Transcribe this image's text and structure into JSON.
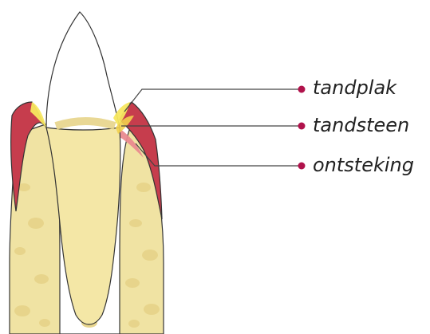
{
  "labels": [
    {
      "id": "tandplak",
      "text": "tandplak"
    },
    {
      "id": "tandsteen",
      "text": "tandsteen"
    },
    {
      "id": "ontsteking",
      "text": "ontsteking"
    }
  ],
  "colors": {
    "enamel": "#ffffff",
    "dentin": "#f4e7a6",
    "bone": "#f0e3a2",
    "bone_pores": "#e7d48a",
    "gum": "#c63d4d",
    "gum_light": "#e98a8f",
    "gum_inner": "#f2b3b5",
    "plaque": "#f7e75f",
    "outline": "#333333",
    "leader": "#444444",
    "marker": "#b0124b"
  }
}
